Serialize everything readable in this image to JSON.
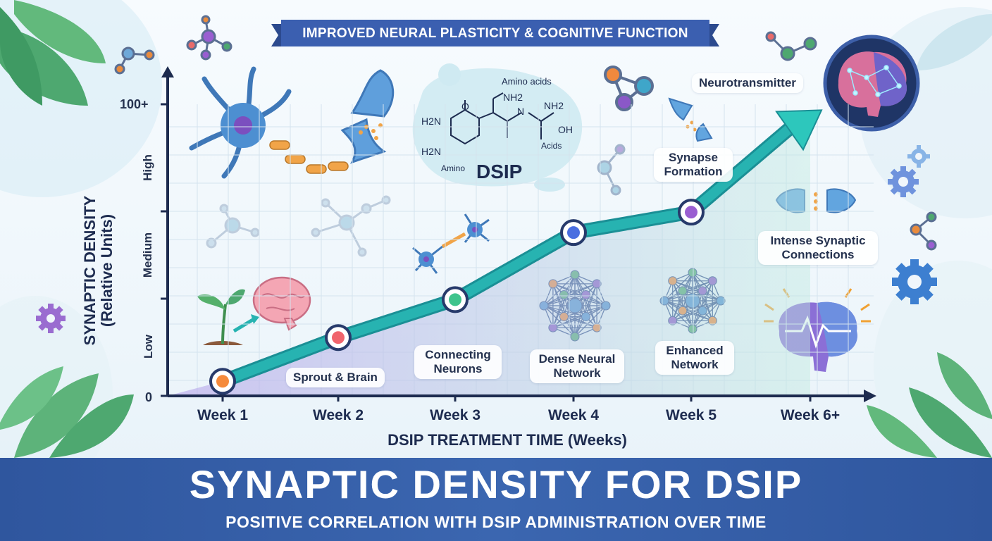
{
  "header": {
    "banner": "IMPROVED NEURAL PLASTICITY & COGNITIVE FUNCTION"
  },
  "footer": {
    "title": "SYNAPTIC DENSITY FOR DSIP",
    "subtitle": "POSITIVE CORRELATION WITH DSIP ADMINISTRATION OVER TIME"
  },
  "molecule": {
    "name": "DSIP",
    "labels": [
      "Amino acids",
      "NH2",
      "H2N",
      "H2N",
      "NH2",
      "OH",
      "O",
      "N",
      "Acids",
      "Amino"
    ]
  },
  "annotations": {
    "sprout": "Sprout & Brain",
    "connecting": "Connecting Neurons",
    "dense": "Dense Neural Network",
    "enhanced": "Enhanced Network",
    "synapse": "Synapse Formation",
    "neurotransmitter": "Neurotransmitter",
    "intense": "Intense Synaptic Connections"
  },
  "y_levels": [
    "Low",
    "Medium",
    "High"
  ],
  "colors": {
    "line": "#27b3b1",
    "banner": "#3b5fb0",
    "footer": "#3461a8",
    "arrow": "#2dc7bc"
  },
  "icons": [
    "neuron-icon",
    "synapse-icon",
    "sprout-icon",
    "brain-icon",
    "network-icon",
    "gear-icon",
    "molecule-icon",
    "leaf-icon",
    "brain-pulse-icon"
  ],
  "chart_data": {
    "type": "line",
    "title": "SYNAPTIC DENSITY FOR DSIP",
    "subtitle": "POSITIVE CORRELATION WITH DSIP ADMINISTRATION OVER TIME",
    "xlabel": "DSIP TREATMENT TIME (Weeks)",
    "ylabel": "SYNAPTIC DENSITY (Relative Units)",
    "categories": [
      "Week 1",
      "Week 2",
      "Week 3",
      "Week 4",
      "Week 5",
      "Week 6+"
    ],
    "y_ticks": [
      "0",
      "100+"
    ],
    "values": [
      5,
      20,
      33,
      56,
      63,
      97
    ],
    "marker_colors": [
      "#f58a3c",
      "#f0646c",
      "#3fc48c",
      "#4a6ee0",
      "#9a5ed1"
    ],
    "ylim": [
      0,
      100
    ],
    "grid": true,
    "legend": "none"
  }
}
